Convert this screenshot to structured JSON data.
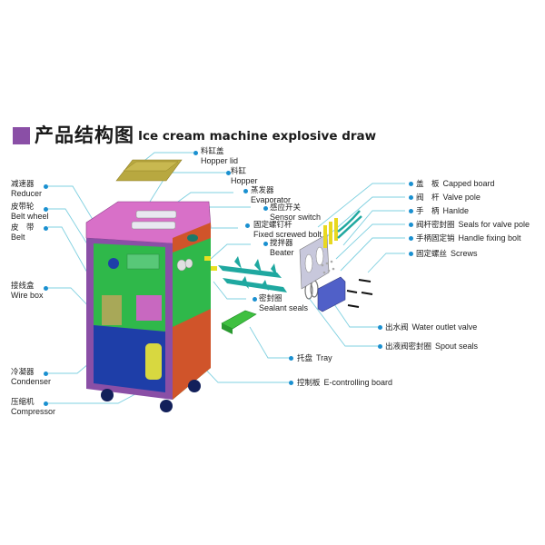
{
  "title": {
    "zh": "产品结构图",
    "en": "Ice cream machine explosive draw",
    "accent_color": "#8a4fa6"
  },
  "colors": {
    "leader_line": "#7fd0e0",
    "dot": "#1a90d0",
    "cabinet_frame": "#8a4fa6",
    "top_cover": "#d870c8",
    "inner_panel": "#2fb84a",
    "lower_panel": "#1e3ea8",
    "side_panel": "#d0542a",
    "beater": "#1fa8a0",
    "tray": "#3fc040",
    "valve_block": "#5060c8",
    "hopper_lid": "#b8a840"
  },
  "labels_left": [
    {
      "zh": "减速器",
      "en": "Reducer"
    },
    {
      "zh": "皮带轮",
      "en": "Belt wheel"
    },
    {
      "zh": "皮　带",
      "en": "Belt"
    },
    {
      "zh": "接线盒",
      "en": "Wire box"
    },
    {
      "zh": "冷凝器",
      "en": "Condenser"
    },
    {
      "zh": "压缩机",
      "en": "Compressor"
    }
  ],
  "labels_center": [
    {
      "zh": "料缸盖",
      "en": "Hopper lid"
    },
    {
      "zh": "料缸",
      "en": "Hopper"
    },
    {
      "zh": "蒸发器",
      "en": "Evaporator"
    },
    {
      "zh": "感应开关",
      "en": "Sensor switch"
    },
    {
      "zh": "固定螺钉杆",
      "en": "Fixed screwed bolt"
    },
    {
      "zh": "搅拌器",
      "en": "Beater"
    },
    {
      "zh": "密封圈",
      "en": "Sealant seals"
    }
  ],
  "labels_right": [
    {
      "zh": "盖　板",
      "en": "Capped board"
    },
    {
      "zh": "阀　杆",
      "en": "Valve pole"
    },
    {
      "zh": "手　柄",
      "en": "Hanlde"
    },
    {
      "zh": "阀杆密封圈",
      "en": "Seals for valve pole"
    },
    {
      "zh": "手柄固定销",
      "en": "Handle fixing bolt"
    },
    {
      "zh": "固定螺丝",
      "en": "Screws"
    },
    {
      "zh": "出水阀",
      "en": "Water outlet valve"
    },
    {
      "zh": "出液阀密封圈",
      "en": "Spout seals"
    }
  ],
  "labels_bottom": [
    {
      "zh": "托盘",
      "en": "Tray"
    },
    {
      "zh": "控制板",
      "en": "E-controlling board"
    }
  ]
}
